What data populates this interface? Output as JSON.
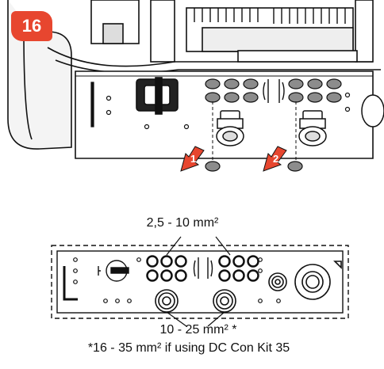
{
  "step": {
    "number": "16"
  },
  "callouts": [
    "1",
    "2"
  ],
  "labels": {
    "small_openings": "2,5 - 10 mm²",
    "large_openings": "10 - 25 mm² *",
    "footnote": "*16 - 35 mm² if using DC Con Kit 35"
  },
  "colors": {
    "badge": "#e7462f",
    "arrow": "#e7462f",
    "line": "#111111",
    "plug": "#8c8c8c"
  }
}
